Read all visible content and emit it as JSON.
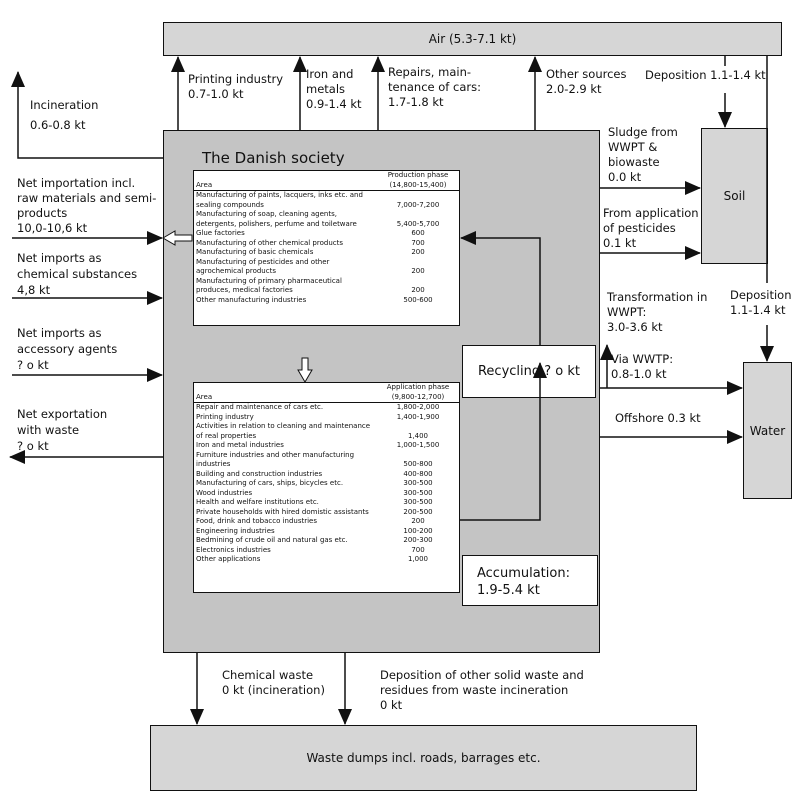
{
  "air": {
    "label": "Air (5.3-7.1 kt)"
  },
  "society": {
    "title": "The Danish society"
  },
  "emissions_to_air": [
    {
      "label": "Printing industry\n0.7-1.0 kt"
    },
    {
      "label": "Iron and\nmetals\n0.9-1.4 kt"
    },
    {
      "label": "Repairs, main-\ntenance of cars:\n1.7-1.8 kt"
    },
    {
      "label": "Other sources\n2.0-2.9 kt"
    }
  ],
  "deposition_soil": "Deposition 1.1-1.4 kt",
  "deposition_water": "Deposition\n1.1-1.4 kt",
  "left_flows": {
    "incineration": "Incineration\n0.6-0.8 kt",
    "net_importation": "Net importation incl.\nraw materials and semi-\nproducts\n10,0-10,6 kt",
    "chemical_substances": "Net imports as\nchemical substances\n4,8 kt",
    "accessory_agents": "Net imports as\naccessory agents\n ? o kt",
    "exportation_waste": "Net exportation\nwith waste\n ? o kt"
  },
  "right_flows": {
    "sludge": "Sludge from\nWWPT &\nbiowaste\n0.0 kt",
    "pesticides": "From application\nof pesticides\n0.1 kt",
    "transformation": "Transformation in\nWWPT:\n3.0-3.6 kt",
    "via_wwtp": "Via WWTP:\n0.8-1.0 kt",
    "offshore": "Offshore 0.3 kt"
  },
  "soil": {
    "label": "Soil"
  },
  "water": {
    "label": "Water"
  },
  "recycling": {
    "label": "Recycling ? o kt"
  },
  "accumulation": {
    "label": "Accumulation:\n1.9-5.4 kt"
  },
  "bottom_flows": {
    "chemical_waste": "Chemical waste\n0 kt (incineration)",
    "other_waste": "Deposition of other solid waste and\nresidues from waste incineration\n0 kt"
  },
  "waste_dumps": {
    "label": "Waste dumps incl. roads, barrages etc."
  },
  "production_table": {
    "header_area": "Area",
    "header_phase": "Production phase\n(14,800-15,400)",
    "rows": [
      [
        "Manufacturing of paints, lacquers, inks etc. and sealing compounds",
        "7,000-7,200"
      ],
      [
        "Manufacturing of soap, cleaning agents, detergents, polishers, perfume and toiletware",
        "5,400-5,700"
      ],
      [
        "Glue factories",
        "600"
      ],
      [
        "Manufacturing of other chemical products",
        "700"
      ],
      [
        "Manufacturing of basic chemicals",
        "200"
      ],
      [
        "Manufacturing of pesticides and other agrochemical products",
        "200"
      ],
      [
        "Manufacturing of primary pharmaceutical produces, medical factories",
        "200"
      ],
      [
        "Other manufacturing industries",
        "500-600"
      ]
    ]
  },
  "application_table": {
    "header_area": "Area",
    "header_phase": "Application phase\n(9,800-12,700)",
    "rows": [
      [
        "Repair and maintenance of cars etc.",
        "1,800-2,000"
      ],
      [
        "Printing industry",
        "1,400-1,900"
      ],
      [
        "Activities in relation to cleaning and maintenance of real properties",
        "1,400"
      ],
      [
        "Iron and metal industries",
        "1,000-1,500"
      ],
      [
        "Furniture industries and other manufacturing industries",
        "500-800"
      ],
      [
        "Building and construction industries",
        "400-800"
      ],
      [
        "Manufacturing of cars, ships, bicycles etc.",
        "300-500"
      ],
      [
        "Wood industries",
        "300-500"
      ],
      [
        "Health and welfare institutions etc.",
        "300-500"
      ],
      [
        "Private households with hired domistic assistants",
        "200-500"
      ],
      [
        "Food, drink and tobacco industries",
        "200"
      ],
      [
        "Engineering industries",
        "100-200"
      ],
      [
        "Bedmining of crude oil and natural gas etc.",
        "200-300"
      ],
      [
        "Electronics industries",
        "700"
      ],
      [
        "Other applications",
        "1,000"
      ]
    ]
  }
}
